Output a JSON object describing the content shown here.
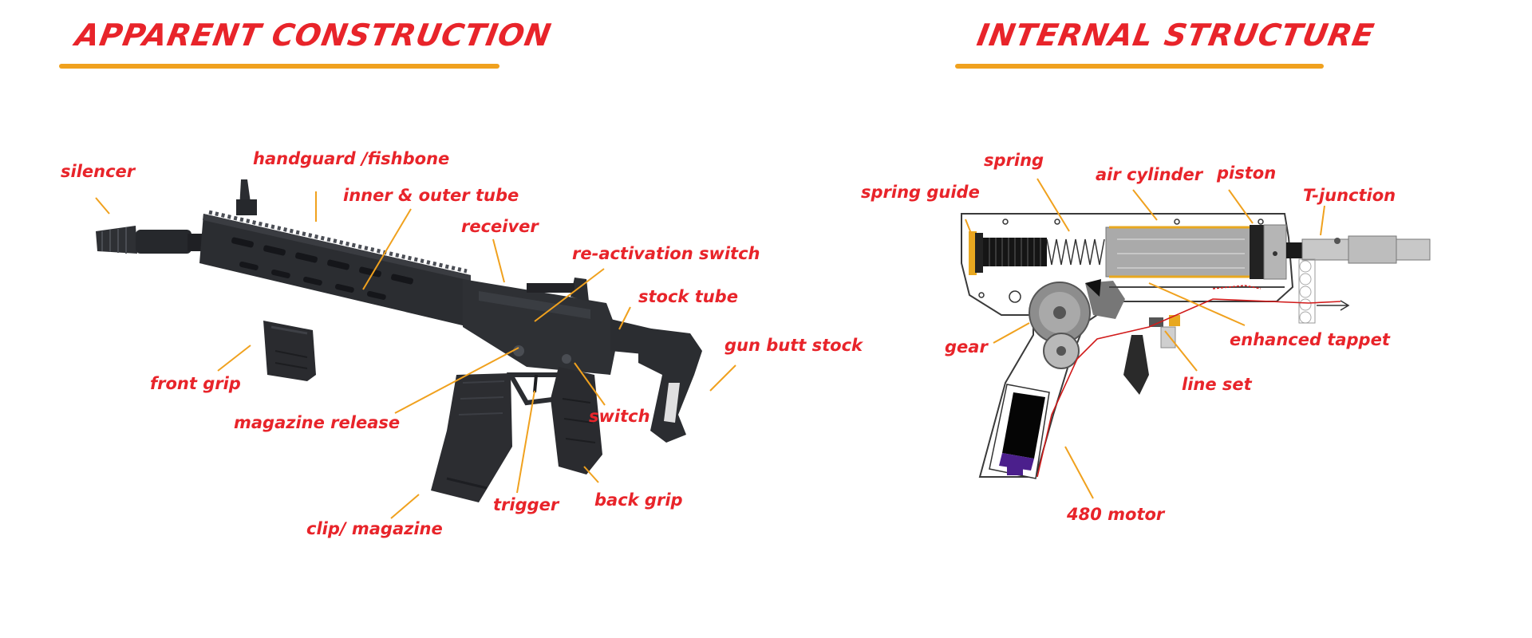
{
  "colors": {
    "label": "#e8242a",
    "accent": "#f0a11e",
    "gun_body": "#2b2d31",
    "gun_dark": "#1c1d20",
    "motor_purple": "#4b1f8c",
    "cylinder_gold": "#e8a820"
  },
  "left_section": {
    "title": "APPARENT CONSTRUCTION",
    "labels": {
      "silencer": "silencer",
      "handguard": "handguard /fishbone",
      "inner_outer_tube": "inner & outer tube",
      "receiver": "receiver",
      "reactivation_switch": "re-activation switch",
      "stock_tube": "stock tube",
      "gun_butt_stock": "gun butt stock",
      "front_grip": "front grip",
      "magazine_release": "magazine release",
      "switch": "switch",
      "back_grip": "back grip",
      "trigger": "trigger",
      "clip_magazine": "clip/ magazine"
    }
  },
  "right_section": {
    "title": "INTERNAL STRUCTURE",
    "labels": {
      "spring": "spring",
      "air_cylinder": "air cylinder",
      "piston": "piston",
      "spring_guide": "spring guide",
      "t_junction": "T-junction",
      "gear": "gear",
      "enhanced_tappet": "enhanced tappet",
      "line_set": "line set",
      "motor_480": "480 motor"
    }
  }
}
